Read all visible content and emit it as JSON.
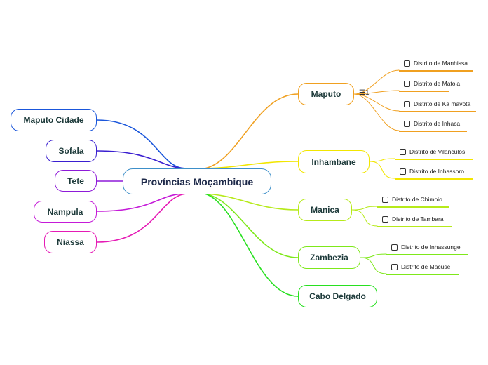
{
  "central": {
    "label": "Províncias Moçambique",
    "color": "#3d8fc9"
  },
  "left_branches": [
    {
      "id": "maputo-cidade",
      "label": "Maputo Cidade",
      "color": "#1a56db"
    },
    {
      "id": "sofala",
      "label": "Sofala",
      "color": "#3a1fd0"
    },
    {
      "id": "tete",
      "label": "Tete",
      "color": "#8e1ad8"
    },
    {
      "id": "nampula",
      "label": "Nampula",
      "color": "#c51ad8"
    },
    {
      "id": "niassa",
      "label": "Niassa",
      "color": "#e51ab5"
    }
  ],
  "right_branches": [
    {
      "id": "maputo",
      "label": "Maputo",
      "color": "#f0a020",
      "task_indicator": "1",
      "children": [
        "Distrito de Manhissa",
        "Distrito de Matola",
        "Distrito de Ka mavota",
        "Distrito de Inhaca"
      ]
    },
    {
      "id": "inhambane",
      "label": "Inhambane",
      "color": "#f2e600",
      "children": [
        "Distrito de Vilanculos",
        "Distrito de Inhassoro"
      ]
    },
    {
      "id": "manica",
      "label": "Manica",
      "color": "#b6ea1a",
      "children": [
        "Distrito de Chimoio",
        "Distrito de Tambara"
      ]
    },
    {
      "id": "zambezia",
      "label": "Zambezia",
      "color": "#7ee81a",
      "children": [
        "Distrito de Inhassunge",
        "Distrito de Macuse"
      ]
    },
    {
      "id": "cabo-delgado",
      "label": "Cabo Delgado",
      "color": "#28e020",
      "children": []
    }
  ]
}
